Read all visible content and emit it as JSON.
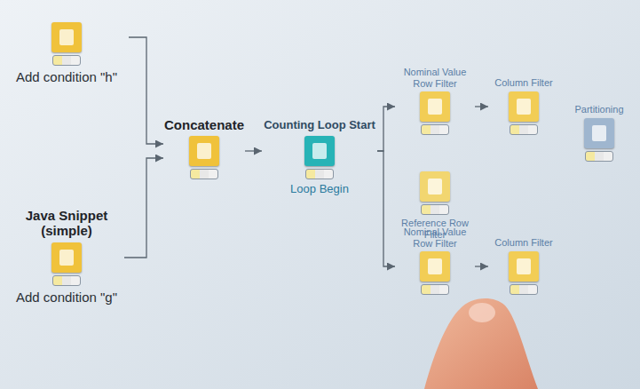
{
  "diagram": {
    "nodes": [
      {
        "text": [
          "Add condition \"h\""
        ]
      },
      {
        "text": [
          "Java Snippet (simple)",
          "Add condition \"g\""
        ]
      },
      {
        "text": [
          "Concatenate"
        ]
      },
      {
        "text": [
          "Counting Loop Start",
          "Loop Begin"
        ]
      },
      {
        "text": [
          "Nominal Value Row Filter"
        ]
      },
      {
        "text": [
          "Column Filter"
        ]
      },
      {
        "text": [
          "Reference Row Filter"
        ]
      },
      {
        "text": [
          "Nominal Value Row Filter"
        ]
      },
      {
        "text": [
          "Column Filter"
        ]
      },
      {
        "text": [
          "Partitioning"
        ]
      }
    ],
    "edges": [
      {
        "from": 0,
        "to": 2,
        "arrow": "to"
      },
      {
        "from": 1,
        "to": 2,
        "arrow": "to"
      },
      {
        "from": 2,
        "to": 3,
        "arrow": "to"
      },
      {
        "from": 3,
        "to": 4,
        "arrow": "to"
      },
      {
        "from": 3,
        "to": 7,
        "arrow": "to"
      },
      {
        "from": 4,
        "to": 5,
        "arrow": "to"
      },
      {
        "from": 7,
        "to": 8,
        "arrow": "to"
      }
    ]
  }
}
